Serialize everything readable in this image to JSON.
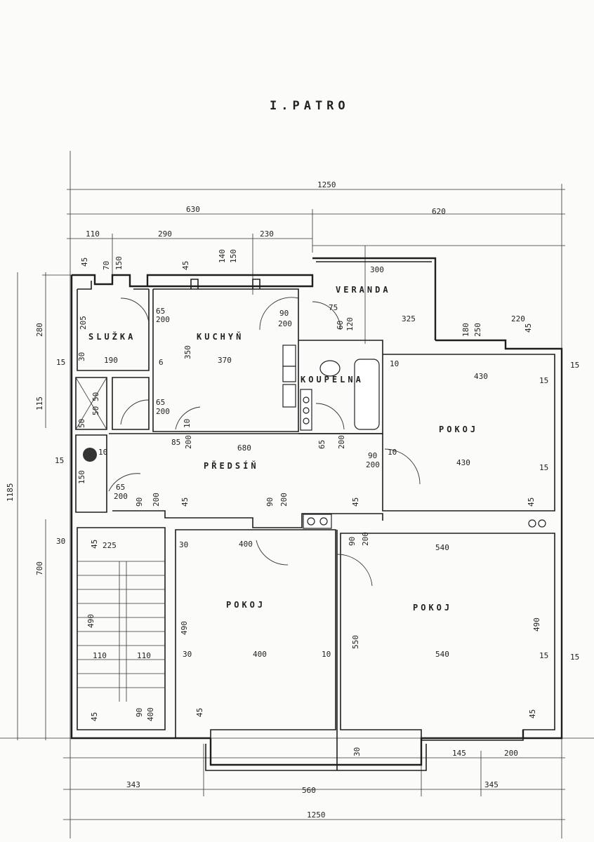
{
  "title": "I.PATRO",
  "rooms": {
    "veranda": "VERANDA",
    "sluzka": "SLUŽKA",
    "kuchyn": "KUCHYŇ",
    "koupelna": "KOUPELNA",
    "pokoj_ne": "POKOJ",
    "predsin": "PŘEDSÍŇ",
    "pokoj_sw": "POKOJ",
    "pokoj_se": "POKOJ"
  },
  "dims_top": {
    "total": "1250",
    "left_half": "630",
    "right_half": "620",
    "seg_110": "110",
    "seg_290": "290",
    "seg_230": "230",
    "veranda_300": "300",
    "d_325": "325",
    "d_220": "220"
  },
  "dims_bottom": {
    "seg_345_left": "343",
    "seg_560": "560",
    "seg_345_right": "345",
    "total": "1250",
    "d_145": "145",
    "d_200": "200",
    "d_30": "30"
  },
  "dims_left": {
    "total": "1185",
    "d_280": "280",
    "d_115": "115",
    "d_700": "700",
    "d_15": "15",
    "d_30": "30"
  },
  "dims_inner": {
    "sluzka_205": "205",
    "sluzka_190": "190",
    "sluzka_30": "30",
    "sluzka_15": "15",
    "d_65_200_a": "65",
    "d_200_a": "200",
    "d_65_200_b": "65",
    "d_200_b": "200",
    "kuchyn_350": "350",
    "kuchyn_370": "370",
    "k_45": "45",
    "k_70": "70",
    "k_150a": "150",
    "k_140": "140",
    "k_150b": "150",
    "k_45b": "45",
    "k_6": "6",
    "k_10": "10",
    "d_90_200": "90",
    "d_200_c": "200",
    "v_75": "75",
    "v_60": "60",
    "v_120": "120",
    "v_180": "180",
    "v_250": "250",
    "v_45": "45",
    "b_10": "10",
    "pokoj_ne_430a": "430",
    "pokoj_ne_430b": "430",
    "pokoj_ne_15a": "15",
    "pokoj_ne_15b": "15",
    "pokoj_ne_15c": "15",
    "pokoj_ne_45": "45",
    "p_680": "680",
    "p_85": "85",
    "p_200a": "200",
    "p_10": "10",
    "p_65": "65",
    "p_200b": "200",
    "p_90a": "90",
    "p_200c": "200",
    "p_10b": "10",
    "p_65b": "65",
    "p_200d": "200",
    "p_90b": "90",
    "p_200e": "200",
    "p_45a": "45",
    "p_90c": "90",
    "p_200f": "200",
    "p_45b": "45",
    "s_50a": "50",
    "s_50b": "50",
    "s_50c": "50",
    "s_150": "150",
    "s_15": "15",
    "s_10": "10",
    "st_225": "225",
    "st_45a": "45",
    "st_30": "30",
    "st_490": "490",
    "st_110a": "110",
    "st_110b": "110",
    "st_45b": "45",
    "st_90": "90",
    "st_400": "400",
    "sw_400a": "400",
    "sw_30a": "30",
    "sw_490": "490",
    "sw_30b": "30",
    "sw_400b": "400",
    "sw_10": "10",
    "sw_45": "45",
    "se_90": "90",
    "se_200": "200",
    "se_540a": "540",
    "se_490": "490",
    "se_550": "550",
    "se_540b": "540",
    "se_15a": "15",
    "se_15b": "15",
    "se_45": "45"
  }
}
